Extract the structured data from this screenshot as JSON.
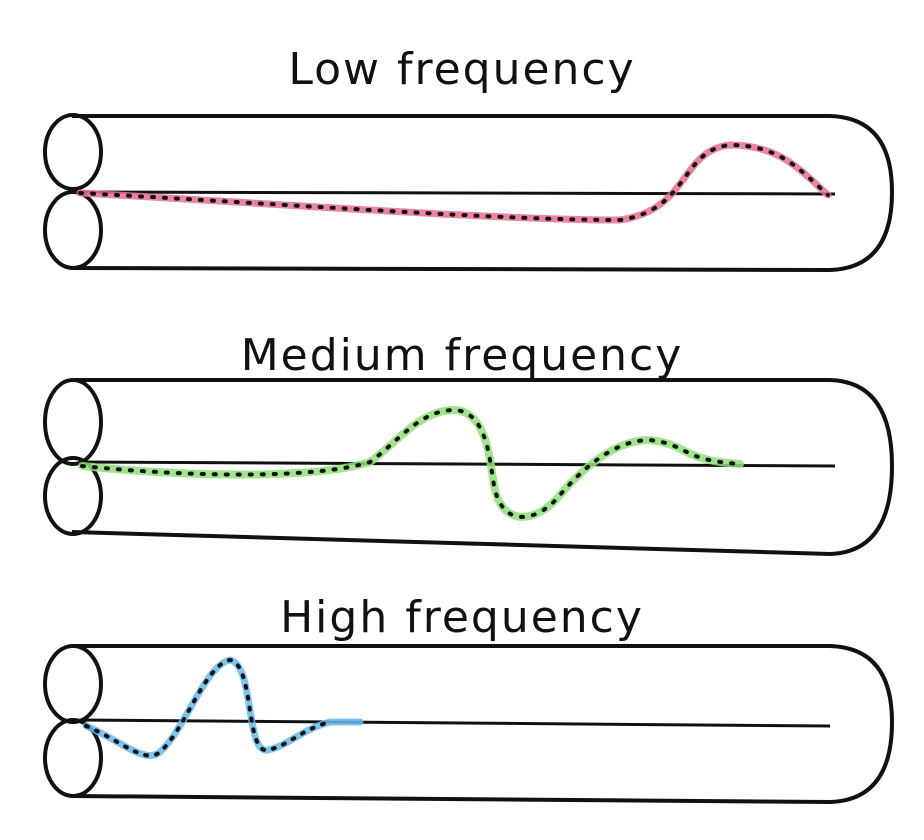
{
  "panels": [
    {
      "title": "Low frequency",
      "wave_color": "#e8708e"
    },
    {
      "title": "Medium frequency",
      "wave_color": "#8fe07a"
    },
    {
      "title": "High frequency",
      "wave_color": "#6ab8ea"
    }
  ]
}
